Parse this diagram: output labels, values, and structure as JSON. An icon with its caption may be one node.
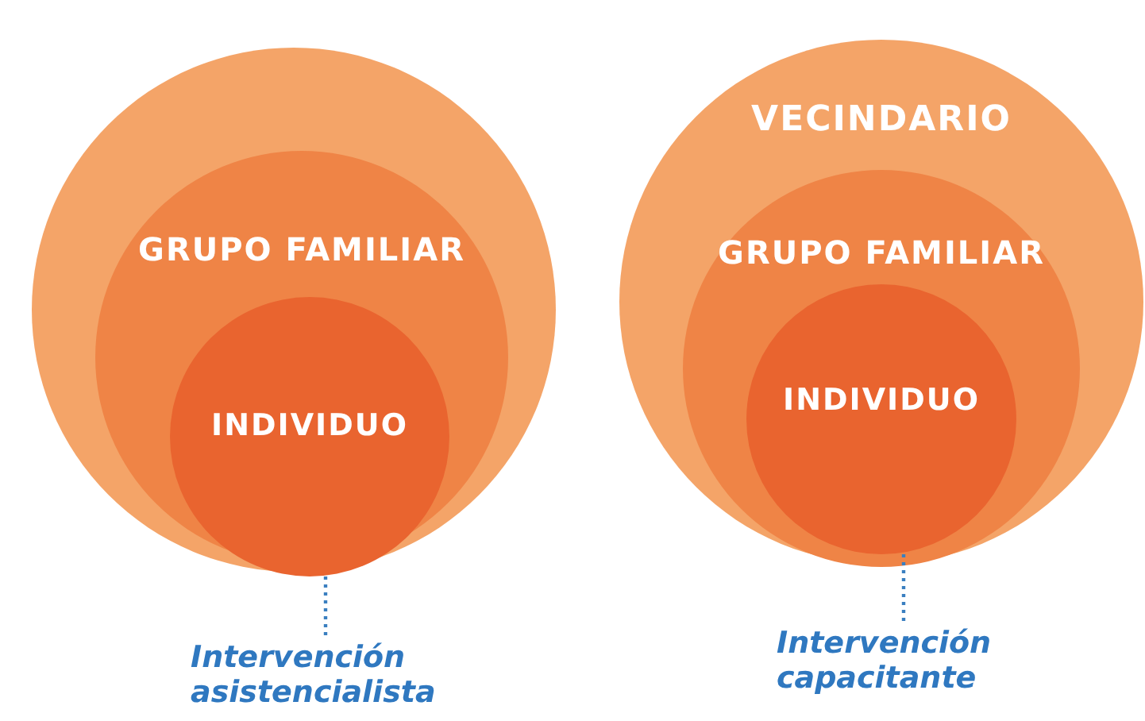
{
  "diagram": {
    "nodes": [
      {
        "text": [],
        "shape": "circle"
      },
      {
        "text": [
          "GRUPO FAMILIAR"
        ],
        "in": 0
      },
      {
        "text": [
          "INDIVIDUO"
        ],
        "in": 1
      },
      {
        "text": [
          "Intervención asistencialista"
        ]
      },
      {
        "text": [
          "VECINDARIO"
        ]
      },
      {
        "text": [
          "GRUPO FAMILIAR"
        ],
        "in": 4
      },
      {
        "text": [
          "INDIVIDUO"
        ],
        "in": 5
      },
      {
        "text": [
          "Intervención capacitante"
        ]
      }
    ],
    "edges": [
      {
        "from": 3,
        "to": 2,
        "arrow": "none",
        "style": "dashed"
      },
      {
        "from": 7,
        "to": 6,
        "arrow": "none",
        "style": "dashed"
      }
    ]
  }
}
